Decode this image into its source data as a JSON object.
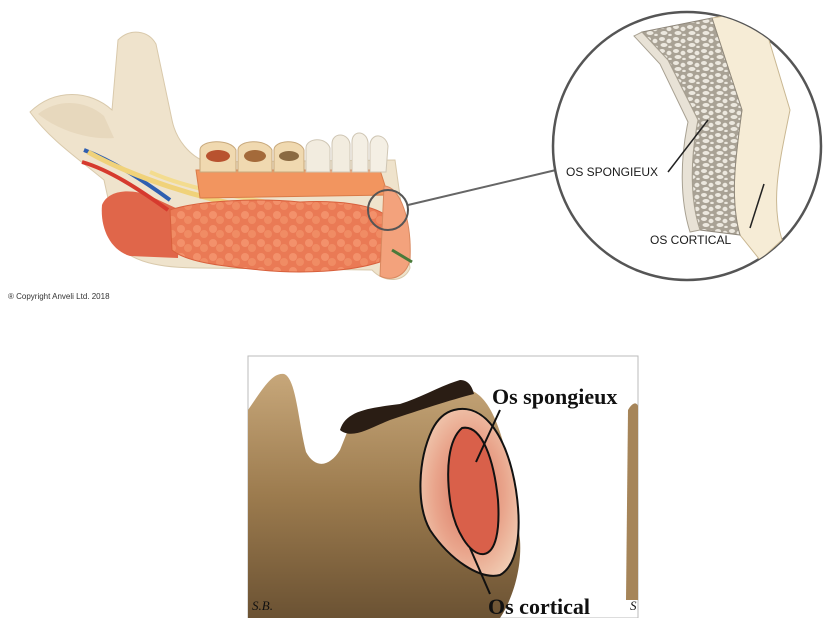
{
  "top_figure": {
    "label_spongy": "OS SPONGIEUX",
    "label_cortical": "OS CORTICAL",
    "copyright": "® Copyright Anveli Ltd. 2018"
  },
  "bottom_figure": {
    "label_spongy": "Os spongieux",
    "label_cortical": "Os cortical",
    "signature_left": "S.B.",
    "signature_right": "S"
  },
  "colors": {
    "bone": "#efe3cc",
    "gum": "#f2955f",
    "muscle": "#e8744e",
    "spongy_bone": "#c9c2b4",
    "cortical_bone": "#f6ecd6",
    "photo_bone": "#9a7a4e"
  }
}
